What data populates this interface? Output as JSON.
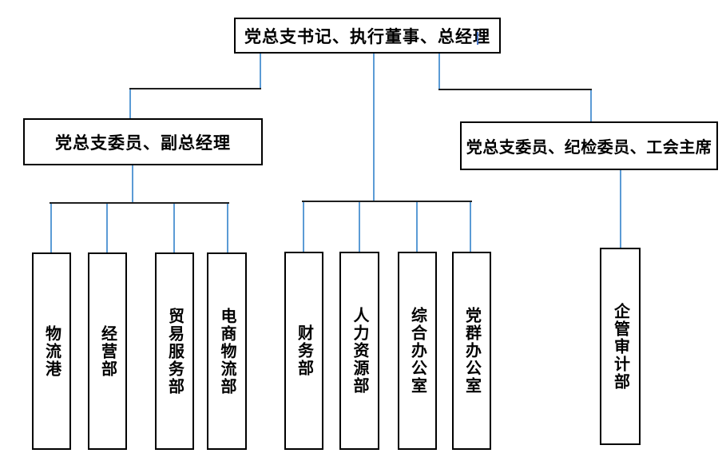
{
  "colors": {
    "background": "#ffffff",
    "box_border": "#000000",
    "text": "#000000",
    "connector_vertical_blue": "#5B9BD5",
    "connector_horizontal_dark": "#1f1f1f"
  },
  "chart": {
    "type": "org-chart",
    "root": {
      "label": "党总支书记、执行董事、总经理"
    },
    "level2": [
      {
        "id": "deputy-gm",
        "label": "党总支委员、副总经理"
      },
      {
        "id": "committee",
        "label": "党总支委员、纪检委员、工会主席"
      }
    ],
    "departments": [
      {
        "label": "物流港",
        "parent": "deputy-gm"
      },
      {
        "label": "经营部",
        "parent": "deputy-gm"
      },
      {
        "label": "贸易服务部",
        "parent": "deputy-gm"
      },
      {
        "label": "电商物流部",
        "parent": "deputy-gm"
      },
      {
        "label": "财务部",
        "parent": "root"
      },
      {
        "label": "人力资源部",
        "parent": "root"
      },
      {
        "label": "综合办公室",
        "parent": "root"
      },
      {
        "label": "党群办公室",
        "parent": "root"
      },
      {
        "label": "企管审计部",
        "parent": "committee"
      }
    ]
  }
}
